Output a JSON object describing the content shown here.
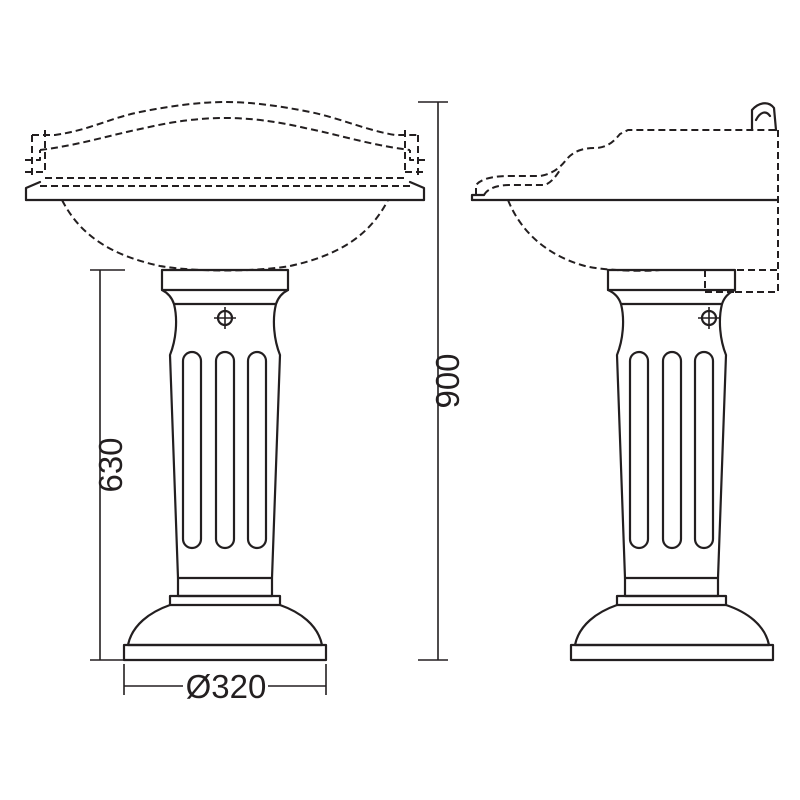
{
  "dimensions": {
    "pedestal_height": "630",
    "total_height": "900",
    "base_diameter": "Ø320"
  },
  "colors": {
    "line": "#231f20",
    "background": "#ffffff"
  },
  "views": [
    "front-view",
    "side-view"
  ]
}
